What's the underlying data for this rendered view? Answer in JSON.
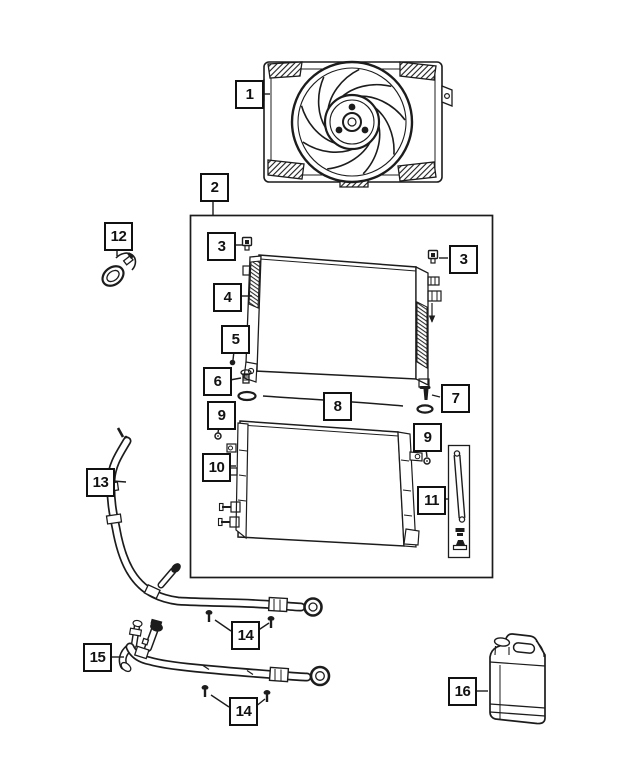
{
  "diagram_title": "Radiator and related parts exploded diagram",
  "colors": {
    "background": "#ffffff",
    "line": "#1c1c1c",
    "callout_border": "#111111",
    "callout_background": "#ffffff"
  },
  "callouts": [
    {
      "label": "1"
    },
    {
      "label": "2"
    },
    {
      "label": "3"
    },
    {
      "label": "3"
    },
    {
      "label": "4"
    },
    {
      "label": "5"
    },
    {
      "label": "6"
    },
    {
      "label": "7"
    },
    {
      "label": "8"
    },
    {
      "label": "9"
    },
    {
      "label": "9"
    },
    {
      "label": "10"
    },
    {
      "label": "11"
    },
    {
      "label": "12"
    },
    {
      "label": "13"
    },
    {
      "label": "14"
    },
    {
      "label": "14"
    },
    {
      "label": "15"
    },
    {
      "label": "16"
    }
  ]
}
